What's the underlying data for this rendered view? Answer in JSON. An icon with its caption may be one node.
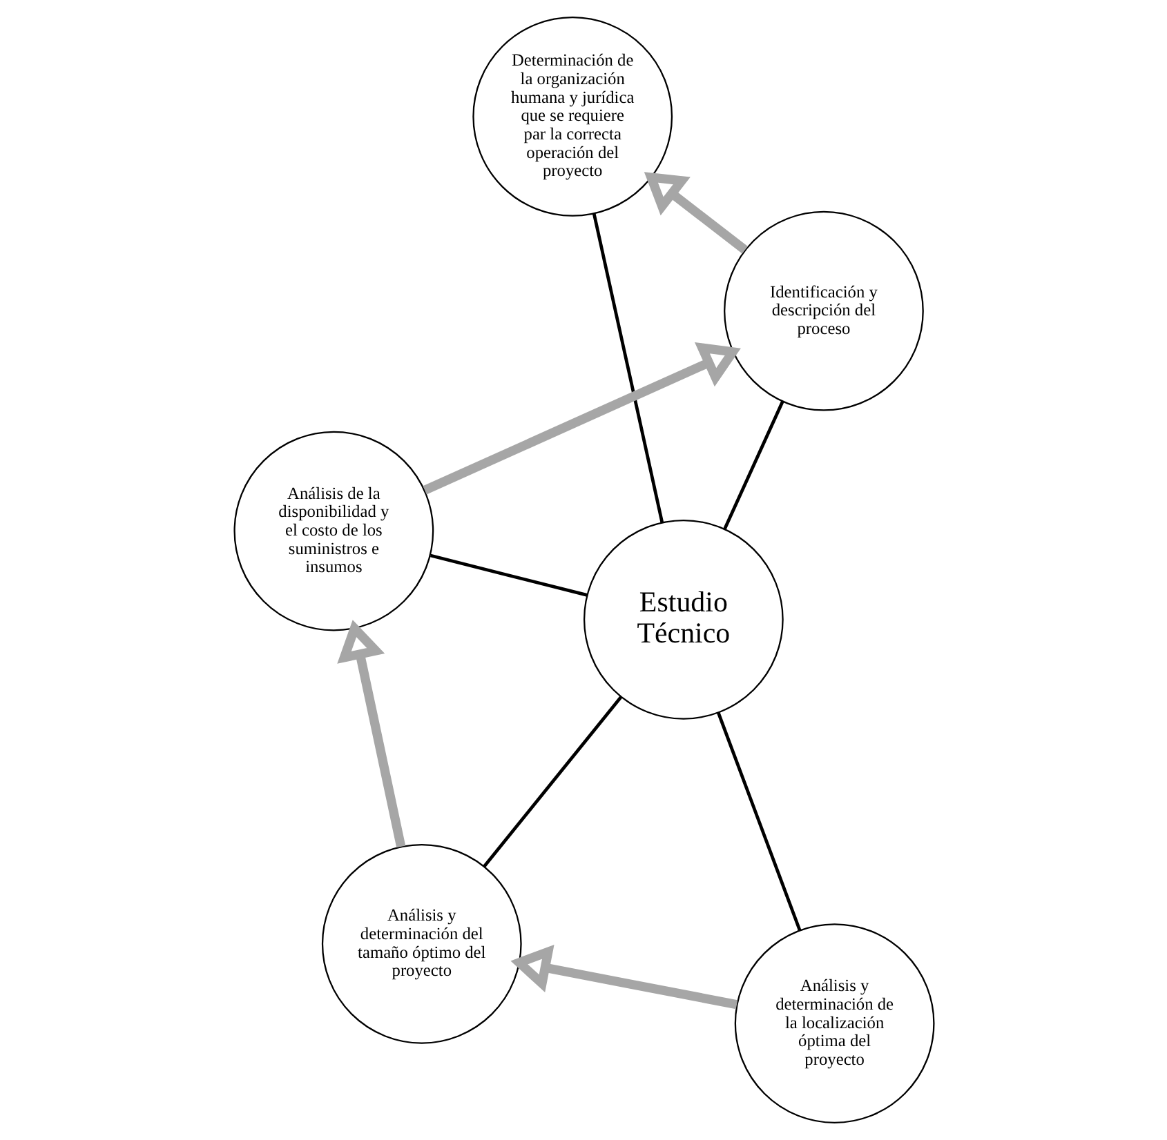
{
  "diagram": {
    "nodes": [
      {
        "text": [
          "Estudio Técnico"
        ]
      },
      {
        "text": [
          "Análisis y determinación de la localización óptima del proyecto"
        ]
      },
      {
        "text": [
          "Análisis y determinación del tamaño óptimo del proyecto"
        ]
      },
      {
        "text": [
          "Análisis de la disponibilidad y el costo de los suministros e insumos"
        ]
      },
      {
        "text": [
          "Identificación y descripción del proceso"
        ]
      },
      {
        "text": [
          "Determinación de la organización humana y jurídica que se requiere par la correcta operación del proyecto"
        ]
      }
    ],
    "edges": [
      {
        "from": 0,
        "to": 1,
        "arrow": "none"
      },
      {
        "from": 0,
        "to": 2,
        "arrow": "none"
      },
      {
        "from": 0,
        "to": 3,
        "arrow": "none"
      },
      {
        "from": 0,
        "to": 4,
        "arrow": "none"
      },
      {
        "from": 0,
        "to": 5,
        "arrow": "none"
      },
      {
        "from": 1,
        "to": 2,
        "arrow": "to",
        "style": "thick",
        "color": "#a6a6a6"
      },
      {
        "from": 2,
        "to": 3,
        "arrow": "to",
        "style": "thick",
        "color": "#a6a6a6"
      },
      {
        "from": 3,
        "to": 4,
        "arrow": "to",
        "style": "thick",
        "color": "#a6a6a6"
      },
      {
        "from": 4,
        "to": 5,
        "arrow": "to",
        "style": "thick",
        "color": "#a6a6a6"
      }
    ]
  }
}
